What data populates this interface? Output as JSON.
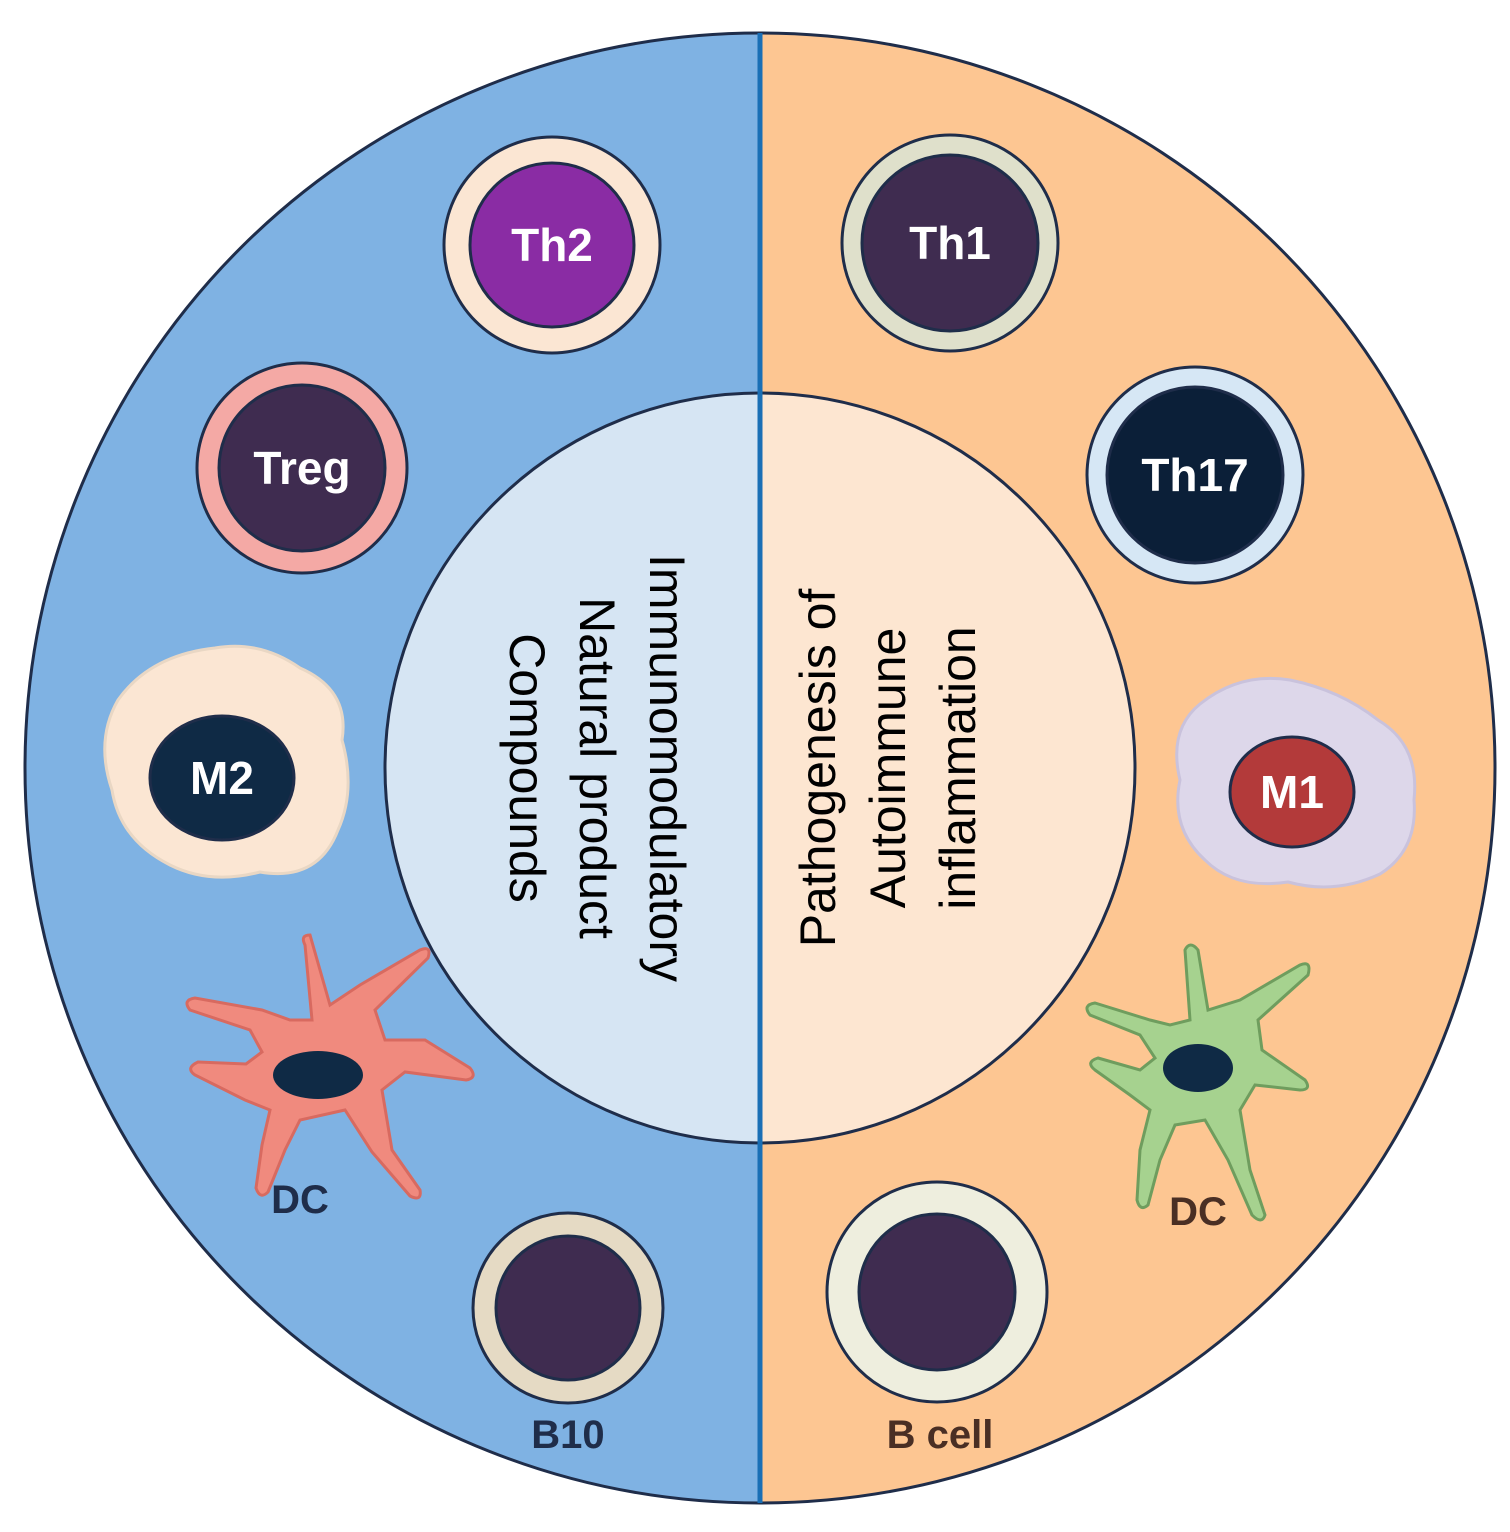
{
  "colors": {
    "left_bg": "#7fb2e3",
    "right_bg": "#fdc692",
    "left_center": "#d6e5f3",
    "right_center": "#fde6d1",
    "divider": "#1a6fb5",
    "outline": "#1f2d4a",
    "dark_nucleus": "#3f2c50",
    "navy_nucleus": "#0f2a45",
    "th2_nucleus": "#8a2ca4",
    "m1_nucleus": "#b33a3a",
    "dc_left": "#f08a7e",
    "dc_right": "#a6d28f"
  },
  "left": {
    "center_text": [
      "Immunomodulatory",
      "Natural product",
      "Compounds"
    ],
    "cells": {
      "th2": "Th2",
      "treg": "Treg",
      "m2": "M2",
      "dc": "DC",
      "b10": "B10"
    }
  },
  "right": {
    "center_text": [
      "Pathogenesis of",
      "Autoimmune",
      "inflammation"
    ],
    "cells": {
      "th1": "Th1",
      "th17": "Th17",
      "m1": "M1",
      "dc": "DC",
      "bcell": "B cell"
    }
  }
}
